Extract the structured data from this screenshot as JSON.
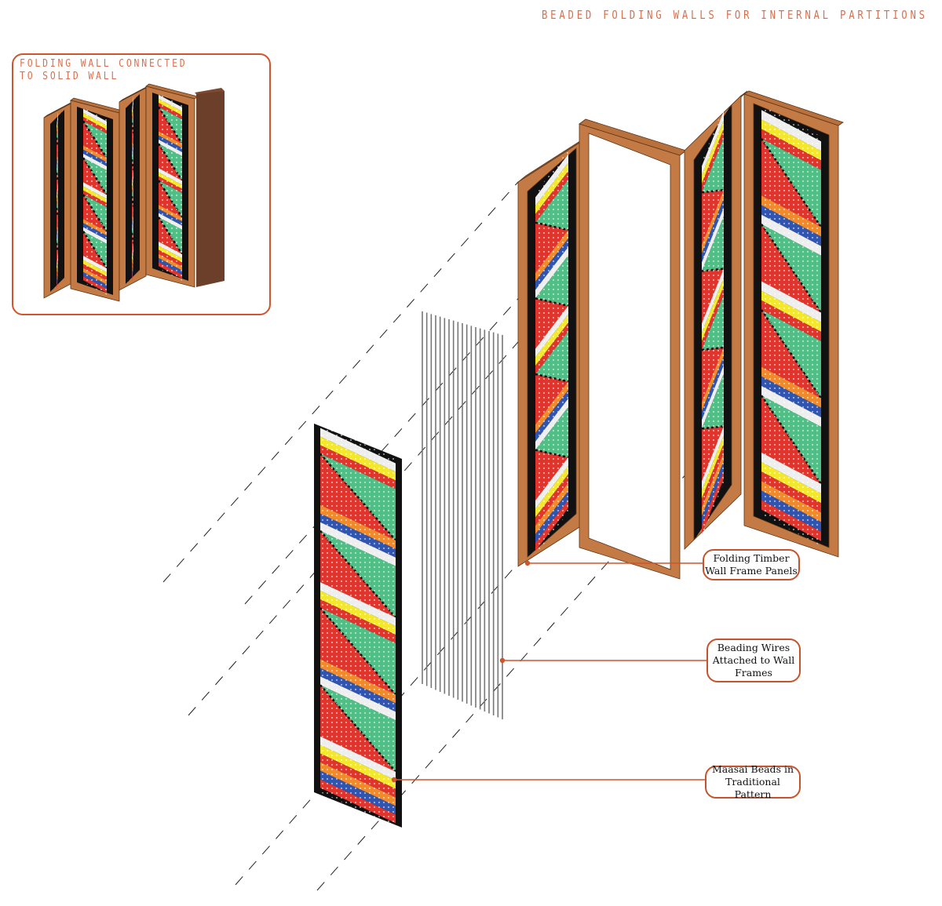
{
  "title": "BEADED FOLDING WALLS FOR INTERNAL PARTITIONS",
  "inset": {
    "title_line1": "FOLDING WALL CONNECTED",
    "title_line2": "TO SOLID WALL"
  },
  "callouts": [
    {
      "id": "timber-frame",
      "line1": "Folding Timber",
      "line2": "Wall Frame Panels",
      "line3": ""
    },
    {
      "id": "beading-wires",
      "line1": "Beading Wires",
      "line2": "Attached to Wall",
      "line3": "Frames"
    },
    {
      "id": "maasai-beads",
      "line1": "Maasai Beads in",
      "line2": "Traditional Pattern",
      "line3": ""
    }
  ],
  "palette": {
    "accent": "#d0552c",
    "timber": "#c47a45",
    "timber_dark": "#8a5230",
    "solid_wall": "#6b3f2a",
    "bead_red": "#e0342c",
    "bead_green": "#4fbf86",
    "bead_yellow": "#f4e82a",
    "bead_orange": "#f08a2a",
    "bead_blue": "#2f55b0",
    "bead_white": "#eeeeee",
    "bead_black": "#111111",
    "wire": "#777777"
  },
  "wires": {
    "count": 19
  },
  "bead_pattern": {
    "stripe_sequence": [
      "white",
      "yellow",
      "red",
      "green-triangle",
      "orange",
      "blue",
      "white",
      "red-triangle"
    ]
  }
}
